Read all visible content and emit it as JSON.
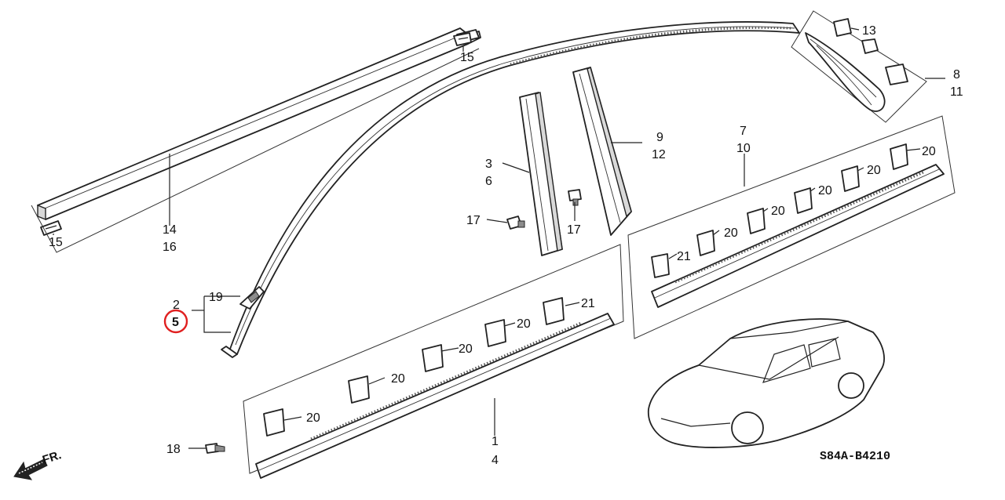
{
  "diagram": {
    "highlight_color": "#e02020",
    "part_numbers": {
      "p1": "1",
      "p2": "2",
      "p3": "3",
      "p4": "4",
      "p5": "5",
      "p6": "6",
      "p7": "7",
      "p8": "8",
      "p9": "9",
      "p10": "10",
      "p11": "11",
      "p12": "12",
      "p13": "13",
      "p14": "14",
      "p15": "15",
      "p16": "16",
      "p17": "17",
      "p18": "18",
      "p19": "19",
      "p20": "20",
      "p21": "21"
    },
    "direction_label": "FR.",
    "diagram_code": "S84A-B4210",
    "highlighted_part": "5"
  }
}
